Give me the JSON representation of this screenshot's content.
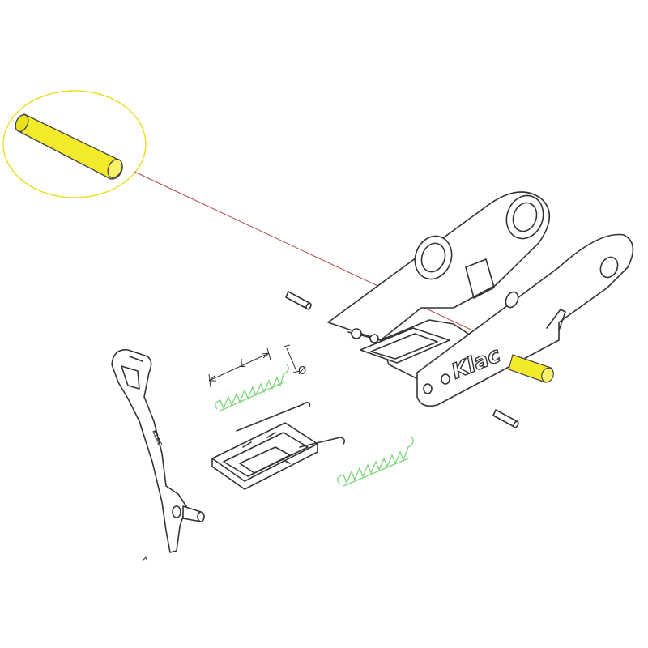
{
  "diagram": {
    "brand_label": "Klac",
    "dimension_length_label": "L",
    "dimension_diameter_label": "Ø",
    "arm_stamp": "KLAC"
  },
  "colors": {
    "highlight_fill": "#f2ea2a",
    "highlight_outline": "#e6e02a",
    "spring_green": "#7cd67c",
    "leader_line": "#b04a4a",
    "outline": "#333333"
  }
}
